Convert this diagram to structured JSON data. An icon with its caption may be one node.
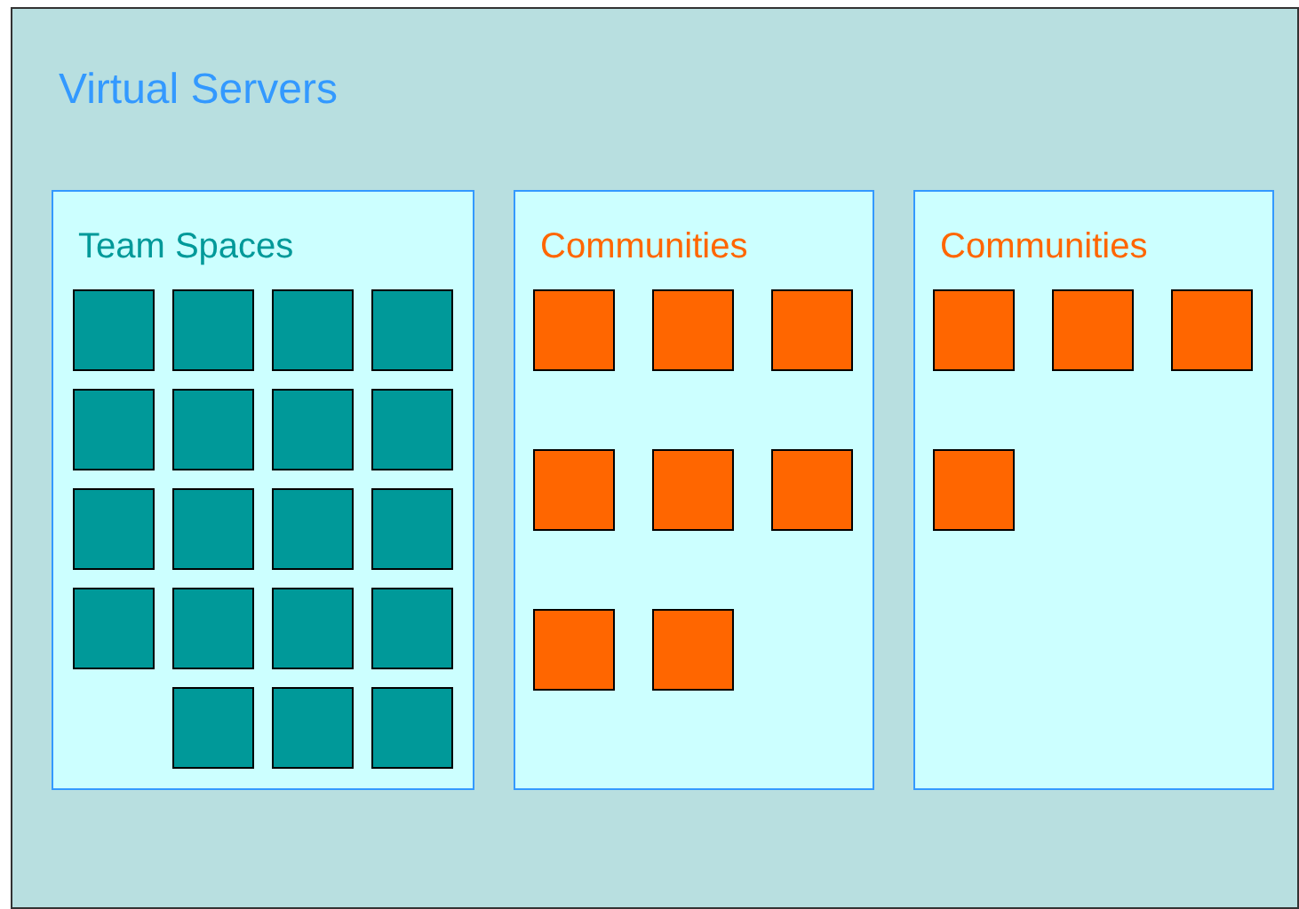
{
  "diagram": {
    "nodes": [
      {
        "text": [
          "Virtual Servers"
        ]
      },
      {
        "text": [
          "Team Spaces"
        ],
        "in": 0
      },
      {
        "text": [
          "Communities"
        ],
        "in": 0
      },
      {
        "text": [
          "Communities"
        ],
        "in": 0
      },
      {
        "text": [],
        "shape": "box",
        "in": 1
      },
      {
        "text": [],
        "shape": "box",
        "in": 1
      },
      {
        "text": [],
        "shape": "box",
        "in": 1
      },
      {
        "text": [],
        "shape": "box",
        "in": 1
      },
      {
        "text": [],
        "shape": "box",
        "in": 1
      },
      {
        "text": [],
        "shape": "box",
        "in": 1
      },
      {
        "text": [],
        "shape": "box",
        "in": 1
      },
      {
        "text": [],
        "shape": "box",
        "in": 1
      },
      {
        "text": [],
        "shape": "box",
        "in": 1
      },
      {
        "text": [],
        "shape": "box",
        "in": 1
      },
      {
        "text": [],
        "shape": "box",
        "in": 1
      },
      {
        "text": [],
        "shape": "box",
        "in": 1
      },
      {
        "text": [],
        "shape": "box",
        "in": 1
      },
      {
        "text": [],
        "shape": "box",
        "in": 1
      },
      {
        "text": [],
        "shape": "box",
        "in": 1
      },
      {
        "text": [],
        "shape": "box",
        "in": 1
      },
      {
        "text": [],
        "shape": "box",
        "in": 1
      },
      {
        "text": [],
        "shape": "box",
        "in": 1
      },
      {
        "text": [],
        "shape": "box",
        "in": 1
      },
      {
        "text": [],
        "shape": "box",
        "in": 2
      },
      {
        "text": [],
        "shape": "box",
        "in": 2
      },
      {
        "text": [],
        "shape": "box",
        "in": 2
      },
      {
        "text": [],
        "shape": "box",
        "in": 2
      },
      {
        "text": [],
        "shape": "box",
        "in": 2
      },
      {
        "text": [],
        "shape": "box",
        "in": 2
      },
      {
        "text": [],
        "shape": "box",
        "in": 2
      },
      {
        "text": [],
        "shape": "box",
        "in": 2
      },
      {
        "text": [],
        "shape": "box",
        "in": 3
      },
      {
        "text": [],
        "shape": "box",
        "in": 3
      },
      {
        "text": [],
        "shape": "box",
        "in": 3
      },
      {
        "text": [],
        "shape": "box",
        "in": 3
      }
    ],
    "edges": []
  }
}
